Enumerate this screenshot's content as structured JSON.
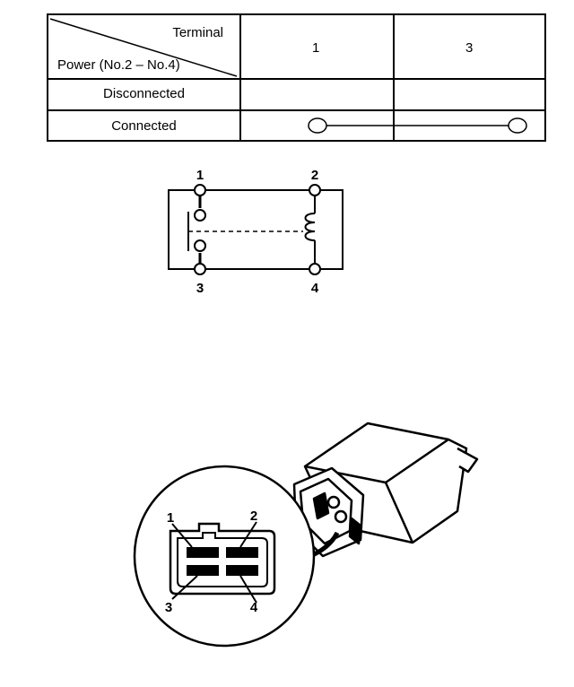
{
  "continuity_table": {
    "header_terminal": "Terminal",
    "header_power": "Power (No.2 – No.4)",
    "terminal_1": "1",
    "terminal_3": "3",
    "row_disconnected": "Disconnected",
    "row_connected": "Connected"
  },
  "schematic": {
    "term_1": "1",
    "term_2": "2",
    "term_3": "3",
    "term_4": "4"
  },
  "connector_view": {
    "pin_1": "1",
    "pin_2": "2",
    "pin_3": "3",
    "pin_4": "4"
  }
}
